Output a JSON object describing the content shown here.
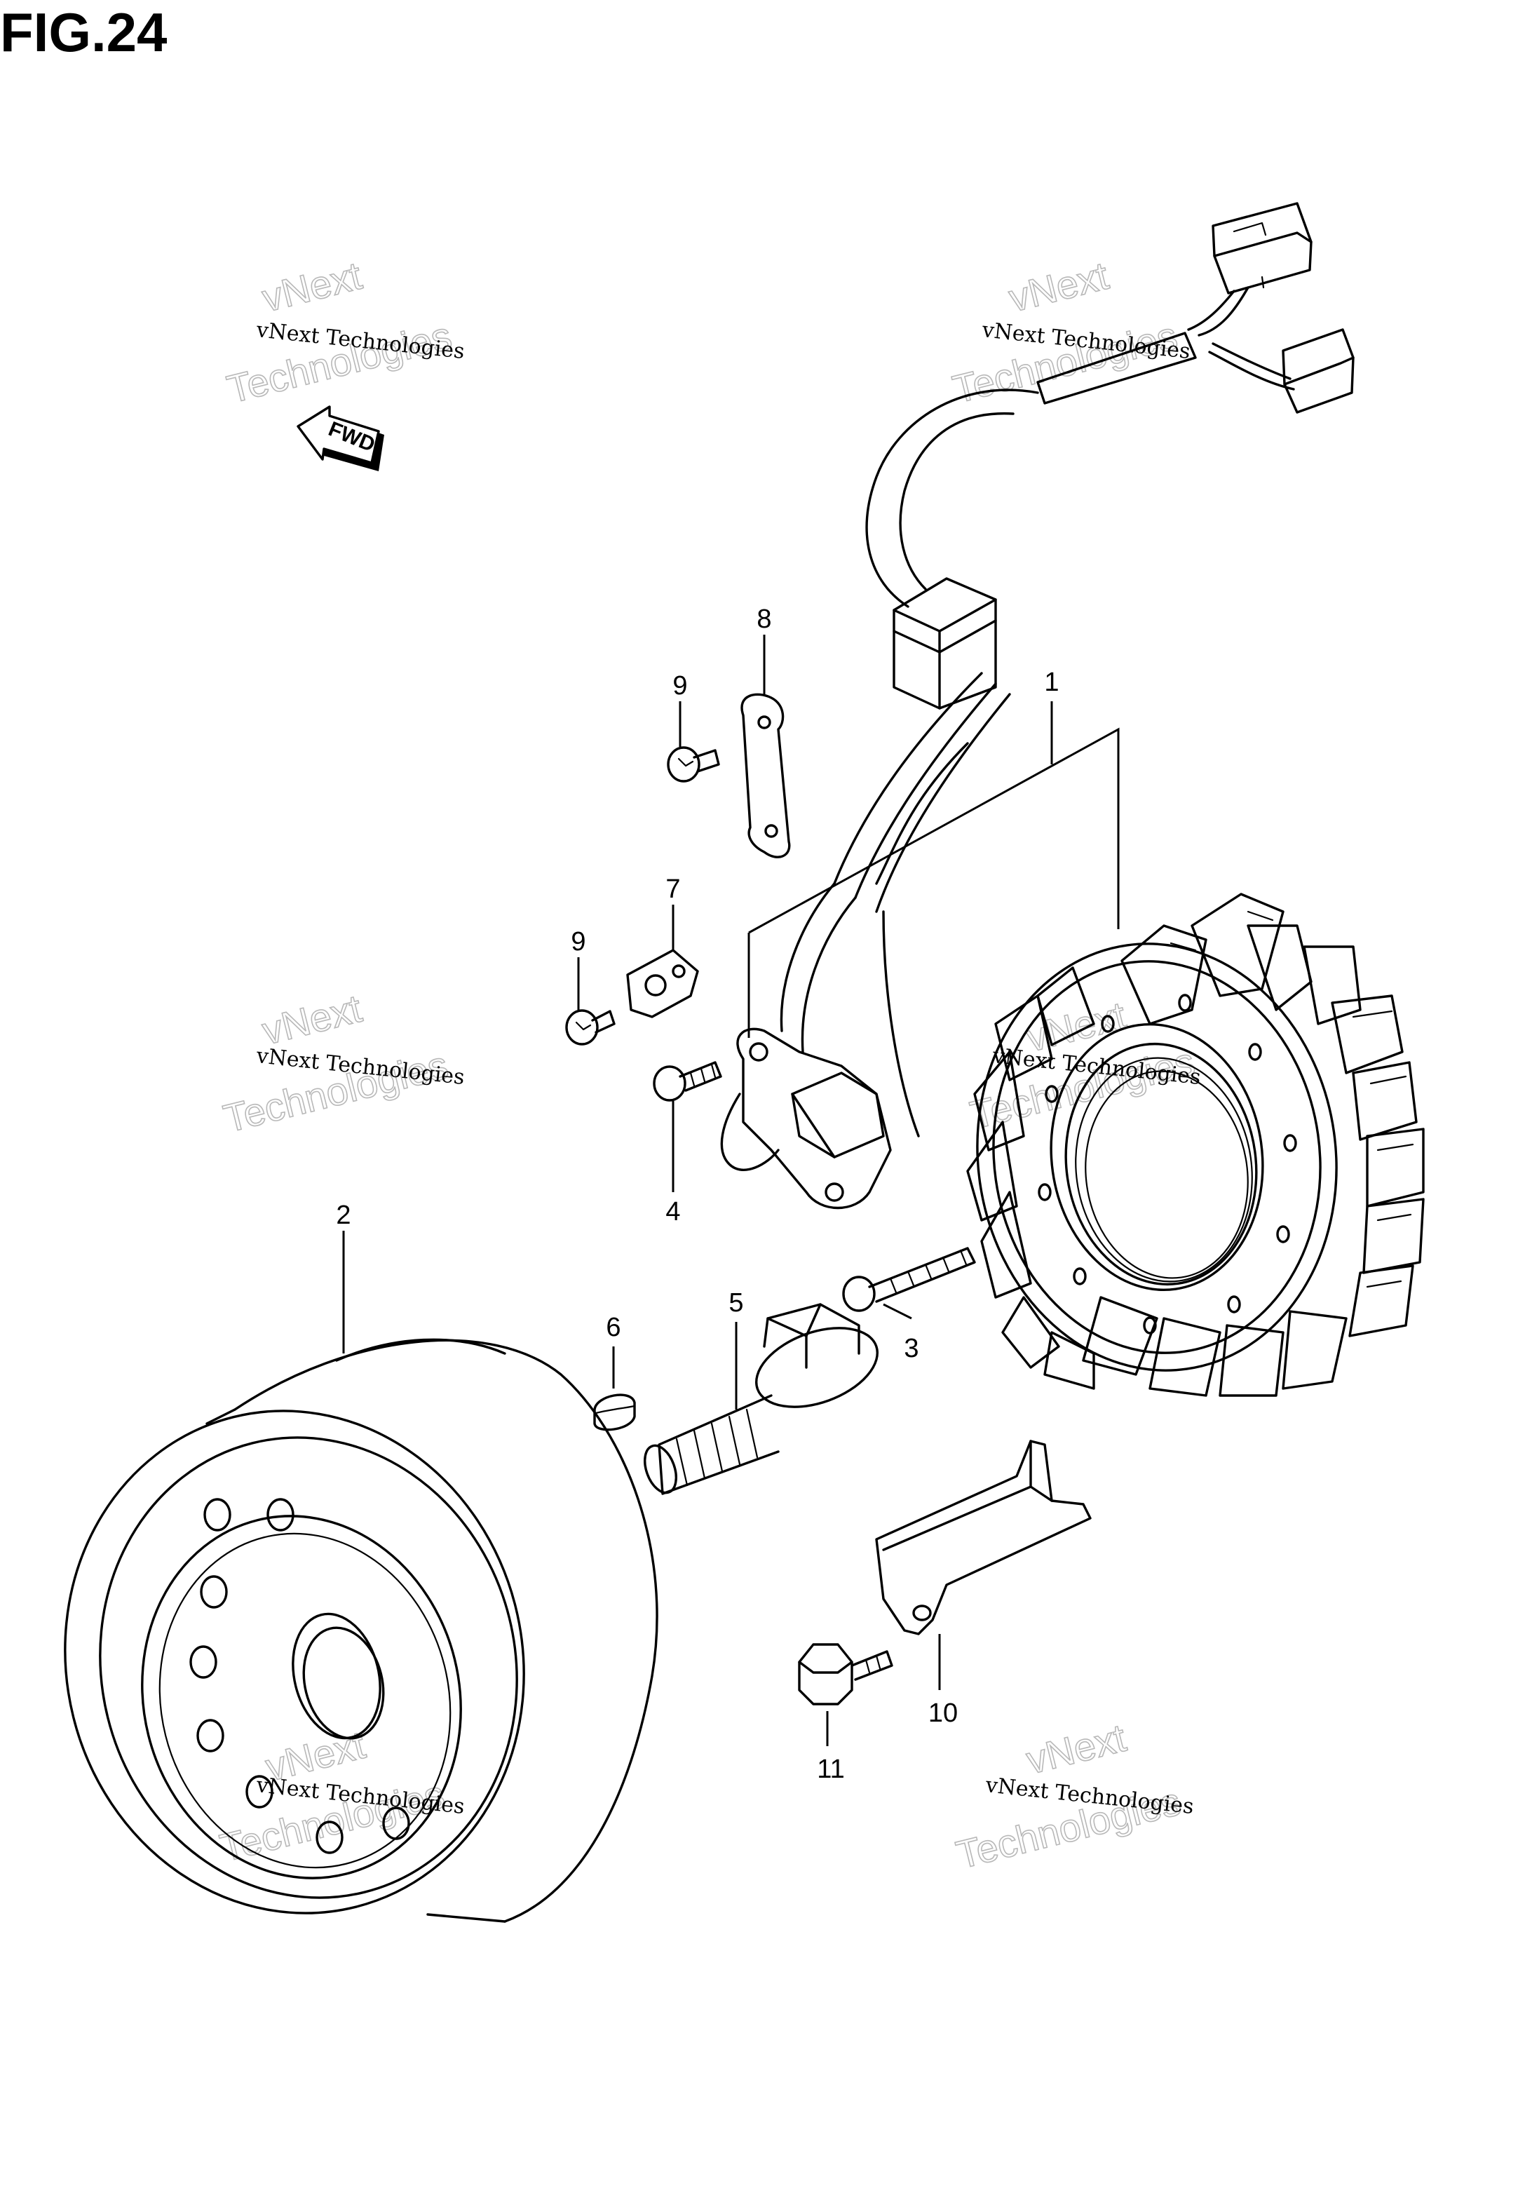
{
  "figure": {
    "title": "FIG.24"
  },
  "direction_arrow": {
    "label": "FWD"
  },
  "callouts": {
    "c1": "1",
    "c2": "2",
    "c3": "3",
    "c4": "4",
    "c5": "5",
    "c6": "6",
    "c7": "7",
    "c8": "8",
    "c9a": "9",
    "c9b": "9",
    "c10": "10",
    "c11": "11"
  },
  "watermark": {
    "line1": "vNext Technologies",
    "line2": "vNext",
    "line3": "Technologies"
  }
}
